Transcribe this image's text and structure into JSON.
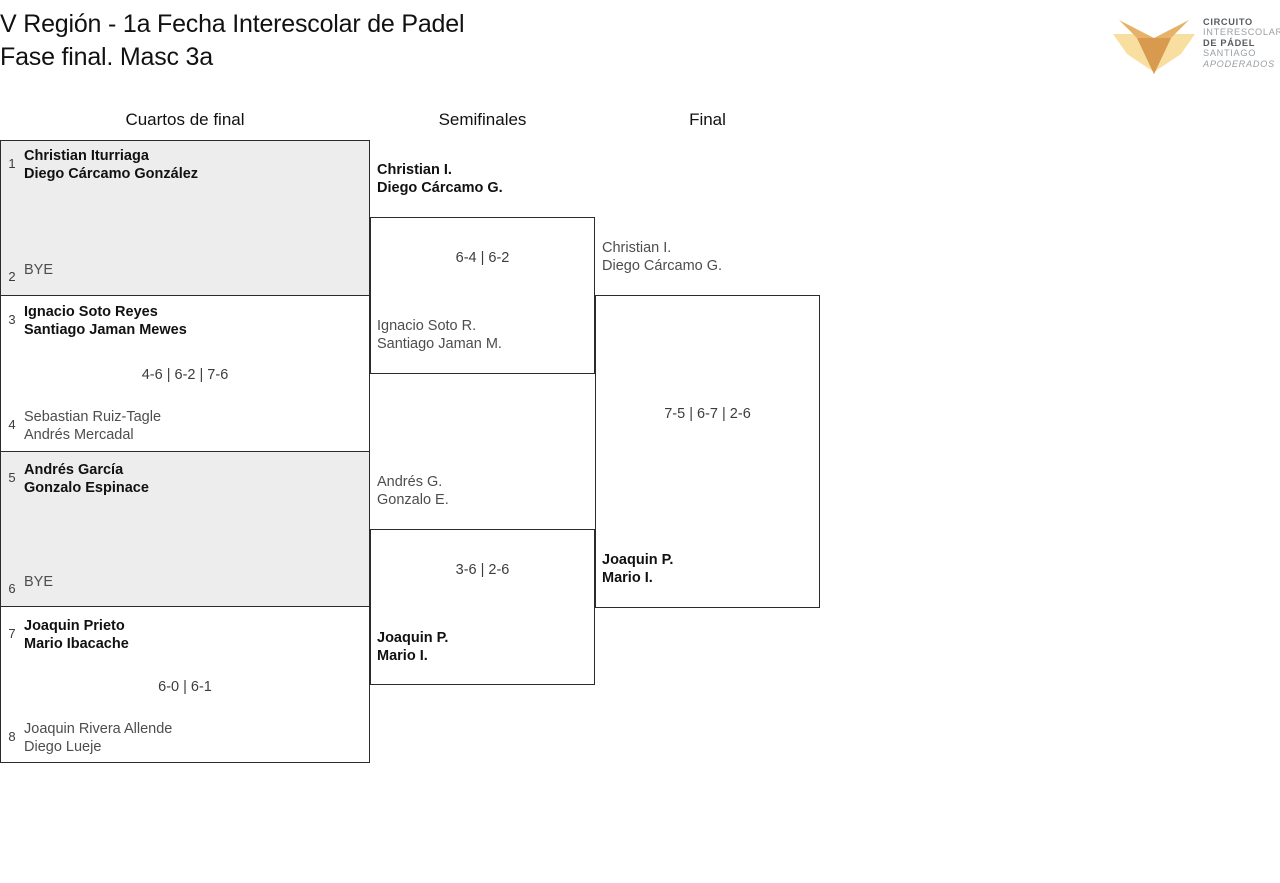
{
  "header": {
    "title_line1": "V Región - 1a Fecha Interescolar de Padel",
    "title_line2": "Fase final. Masc 3a"
  },
  "logo": {
    "line1": "CIRCUITO",
    "line2": "INTERESCOLAR",
    "line3": "DE PÁDEL",
    "line4": "SANTIAGO",
    "line5": "APODERADOS",
    "mark_color_dark": "#d79a4e",
    "mark_color_mid": "#e8b169",
    "mark_color_light": "#f8dfa0"
  },
  "rounds": {
    "quarterfinals_label": "Cuartos de final",
    "semifinals_label": "Semifinales",
    "final_label": "Final"
  },
  "quarterfinals": [
    {
      "seed_top": "1",
      "top_line1": "Christian Iturriaga",
      "top_line2": "Diego Cárcamo González",
      "top_result": "winner",
      "seed_bottom": "2",
      "bottom_line1": "BYE",
      "bottom_line2": "",
      "bottom_result": "bye",
      "score": "",
      "shaded": true
    },
    {
      "seed_top": "3",
      "top_line1": "Ignacio Soto Reyes",
      "top_line2": "Santiago Jaman Mewes",
      "top_result": "winner",
      "seed_bottom": "4",
      "bottom_line1": "Sebastian Ruiz-Tagle",
      "bottom_line2": "Andrés Mercadal",
      "bottom_result": "loser",
      "score": "4-6 | 6-2 | 7-6",
      "shaded": false
    },
    {
      "seed_top": "5",
      "top_line1": "Andrés García",
      "top_line2": "Gonzalo Espinace",
      "top_result": "winner",
      "seed_bottom": "6",
      "bottom_line1": "BYE",
      "bottom_line2": "",
      "bottom_result": "bye",
      "score": "",
      "shaded": true
    },
    {
      "seed_top": "7",
      "top_line1": "Joaquin Prieto",
      "top_line2": "Mario Ibacache",
      "top_result": "winner",
      "seed_bottom": "8",
      "bottom_line1": "Joaquin Rivera Allende",
      "bottom_line2": "Diego Lueje",
      "bottom_result": "loser",
      "score": "6-0 | 6-1",
      "shaded": false
    }
  ],
  "semifinals": [
    {
      "top_line1": "Christian I.",
      "top_line2": "Diego Cárcamo G.",
      "top_result": "winner",
      "bottom_line1": "Ignacio Soto R.",
      "bottom_line2": "Santiago Jaman M.",
      "bottom_result": "loser",
      "score": "6-4 | 6-2"
    },
    {
      "top_line1": "Andrés G.",
      "top_line2": "Gonzalo E.",
      "top_result": "loser",
      "bottom_line1": "Joaquin P.",
      "bottom_line2": "Mario I.",
      "bottom_result": "winner",
      "score": "3-6 | 2-6"
    }
  ],
  "final": {
    "top_line1": "Christian I.",
    "top_line2": "Diego Cárcamo G.",
    "top_result": "loser",
    "bottom_line1": "Joaquin P.",
    "bottom_line2": "Mario I.",
    "bottom_result": "winner",
    "score": "7-5 | 6-7 | 2-6"
  }
}
